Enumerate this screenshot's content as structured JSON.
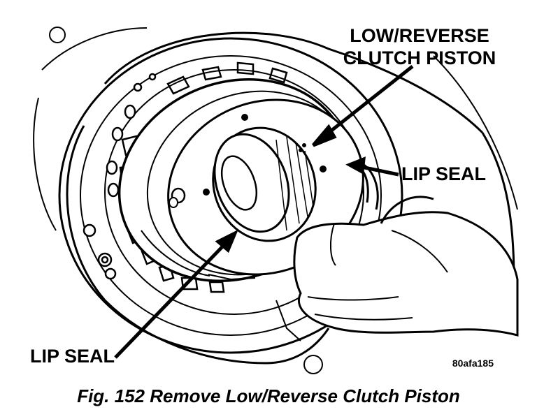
{
  "figure": {
    "callouts": {
      "piston_line1": "LOW/REVERSE",
      "piston_line2": "CLUTCH PISTON",
      "lip_seal_right": "LIP SEAL",
      "lip_seal_left": "LIP SEAL"
    },
    "reference_code": "80afa185",
    "caption": "Fig. 152 Remove Low/Reverse Clutch Piston"
  }
}
